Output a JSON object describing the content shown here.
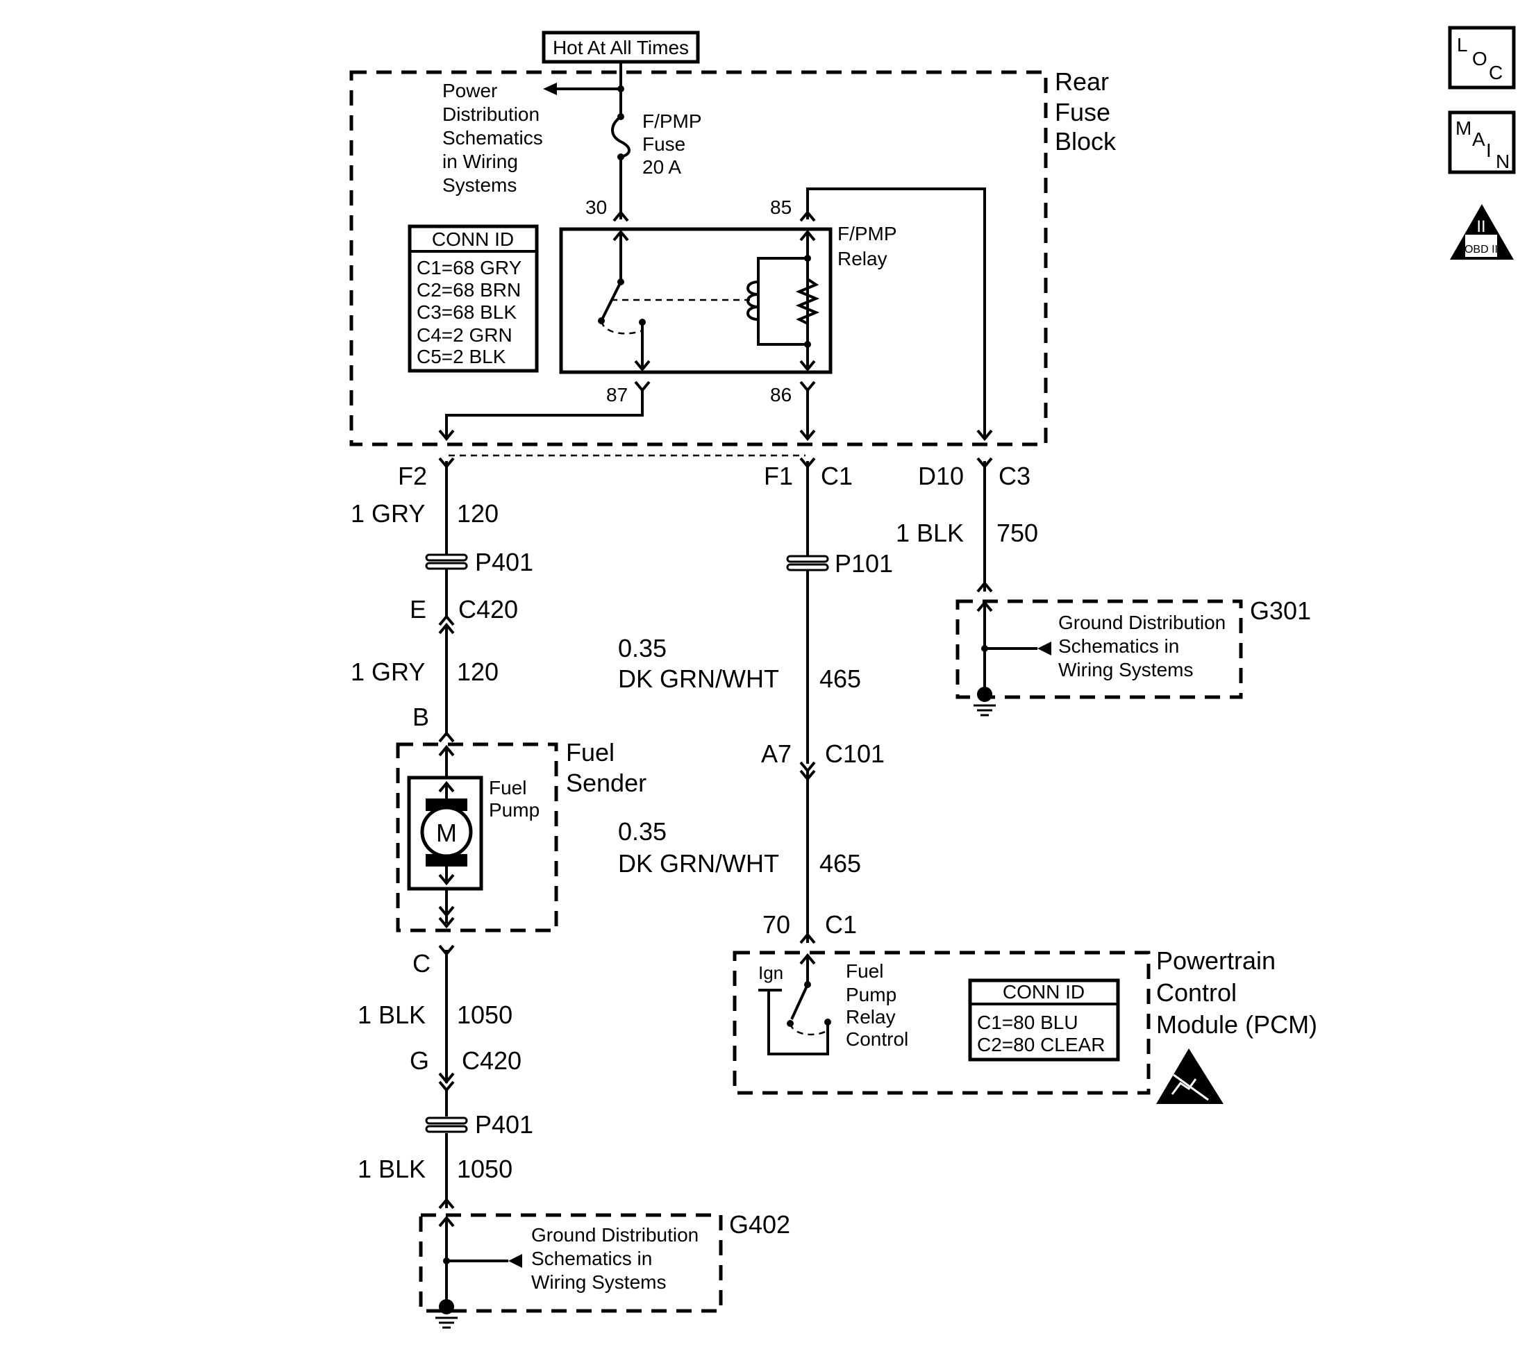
{
  "top_label": "Hot At All Times",
  "rear_fuse_block": {
    "title_lines": [
      "Rear",
      "Fuse",
      "Block"
    ],
    "power_dist_lines": [
      "Power",
      "Distribution",
      "Schematics",
      "in Wiring",
      "Systems"
    ],
    "fuse_lines": [
      "F/PMP",
      "Fuse",
      "20 A"
    ],
    "relay_lines": [
      "F/PMP",
      "Relay"
    ],
    "conn_id": {
      "header": "CONN ID",
      "rows": [
        "C1=68 GRY",
        "C2=68 BRN",
        "C3=68 BLK",
        "C4=2 GRN",
        "C5=2 BLK"
      ]
    },
    "pins": {
      "p30": "30",
      "p85": "85",
      "p87": "87",
      "p86": "86"
    }
  },
  "connectors": {
    "f2": "F2",
    "f1": "F1",
    "c1": "C1",
    "d10": "D10",
    "c3": "C3",
    "p401_top": "P401",
    "p101": "P101",
    "e": "E",
    "c420_top": "C420",
    "b": "B",
    "a7": "A7",
    "c101": "C101",
    "pin70": "70",
    "pcm_c1": "C1",
    "c": "C",
    "g": "G",
    "c420_bottom": "C420",
    "p401_bottom": "P401"
  },
  "wires": {
    "gry_top": {
      "size_color": "1 GRY",
      "circuit": "120"
    },
    "gry_mid": {
      "size_color": "1 GRY",
      "circuit": "120"
    },
    "blk_750": {
      "size_color": "1 BLK",
      "circuit": "750"
    },
    "grn_top": {
      "size": "0.35",
      "color": "DK GRN/WHT",
      "circuit": "465"
    },
    "grn_bottom": {
      "size": "0.35",
      "color": "DK GRN/WHT",
      "circuit": "465"
    },
    "blk_1050_top": {
      "size_color": "1 BLK",
      "circuit": "1050"
    },
    "blk_1050_bottom": {
      "size_color": "1 BLK",
      "circuit": "1050"
    }
  },
  "fuel_sender": {
    "title_lines": [
      "Fuel",
      "Sender"
    ],
    "pump_lines": [
      "Fuel",
      "Pump"
    ],
    "motor_symbol": "M"
  },
  "pcm": {
    "title_lines": [
      "Powertrain",
      "Control",
      "Module (PCM)"
    ],
    "ign": "Ign",
    "switch_lines": [
      "Fuel",
      "Pump",
      "Relay",
      "Control"
    ],
    "conn_id": {
      "header": "CONN ID",
      "rows": [
        "C1=80 BLU",
        "C2=80 CLEAR"
      ]
    }
  },
  "g301": {
    "label": "G301",
    "text_lines": [
      "Ground Distribution",
      "Schematics in",
      "Wiring Systems"
    ]
  },
  "g402": {
    "label": "G402",
    "text_lines": [
      "Ground Distribution",
      "Schematics in",
      "Wiring Systems"
    ]
  },
  "side_icons": {
    "loc": [
      "L",
      "O",
      "C"
    ],
    "main": [
      "M",
      "A",
      "I",
      "N"
    ],
    "obd": {
      "numeral": "II",
      "text": "OBD II"
    }
  }
}
